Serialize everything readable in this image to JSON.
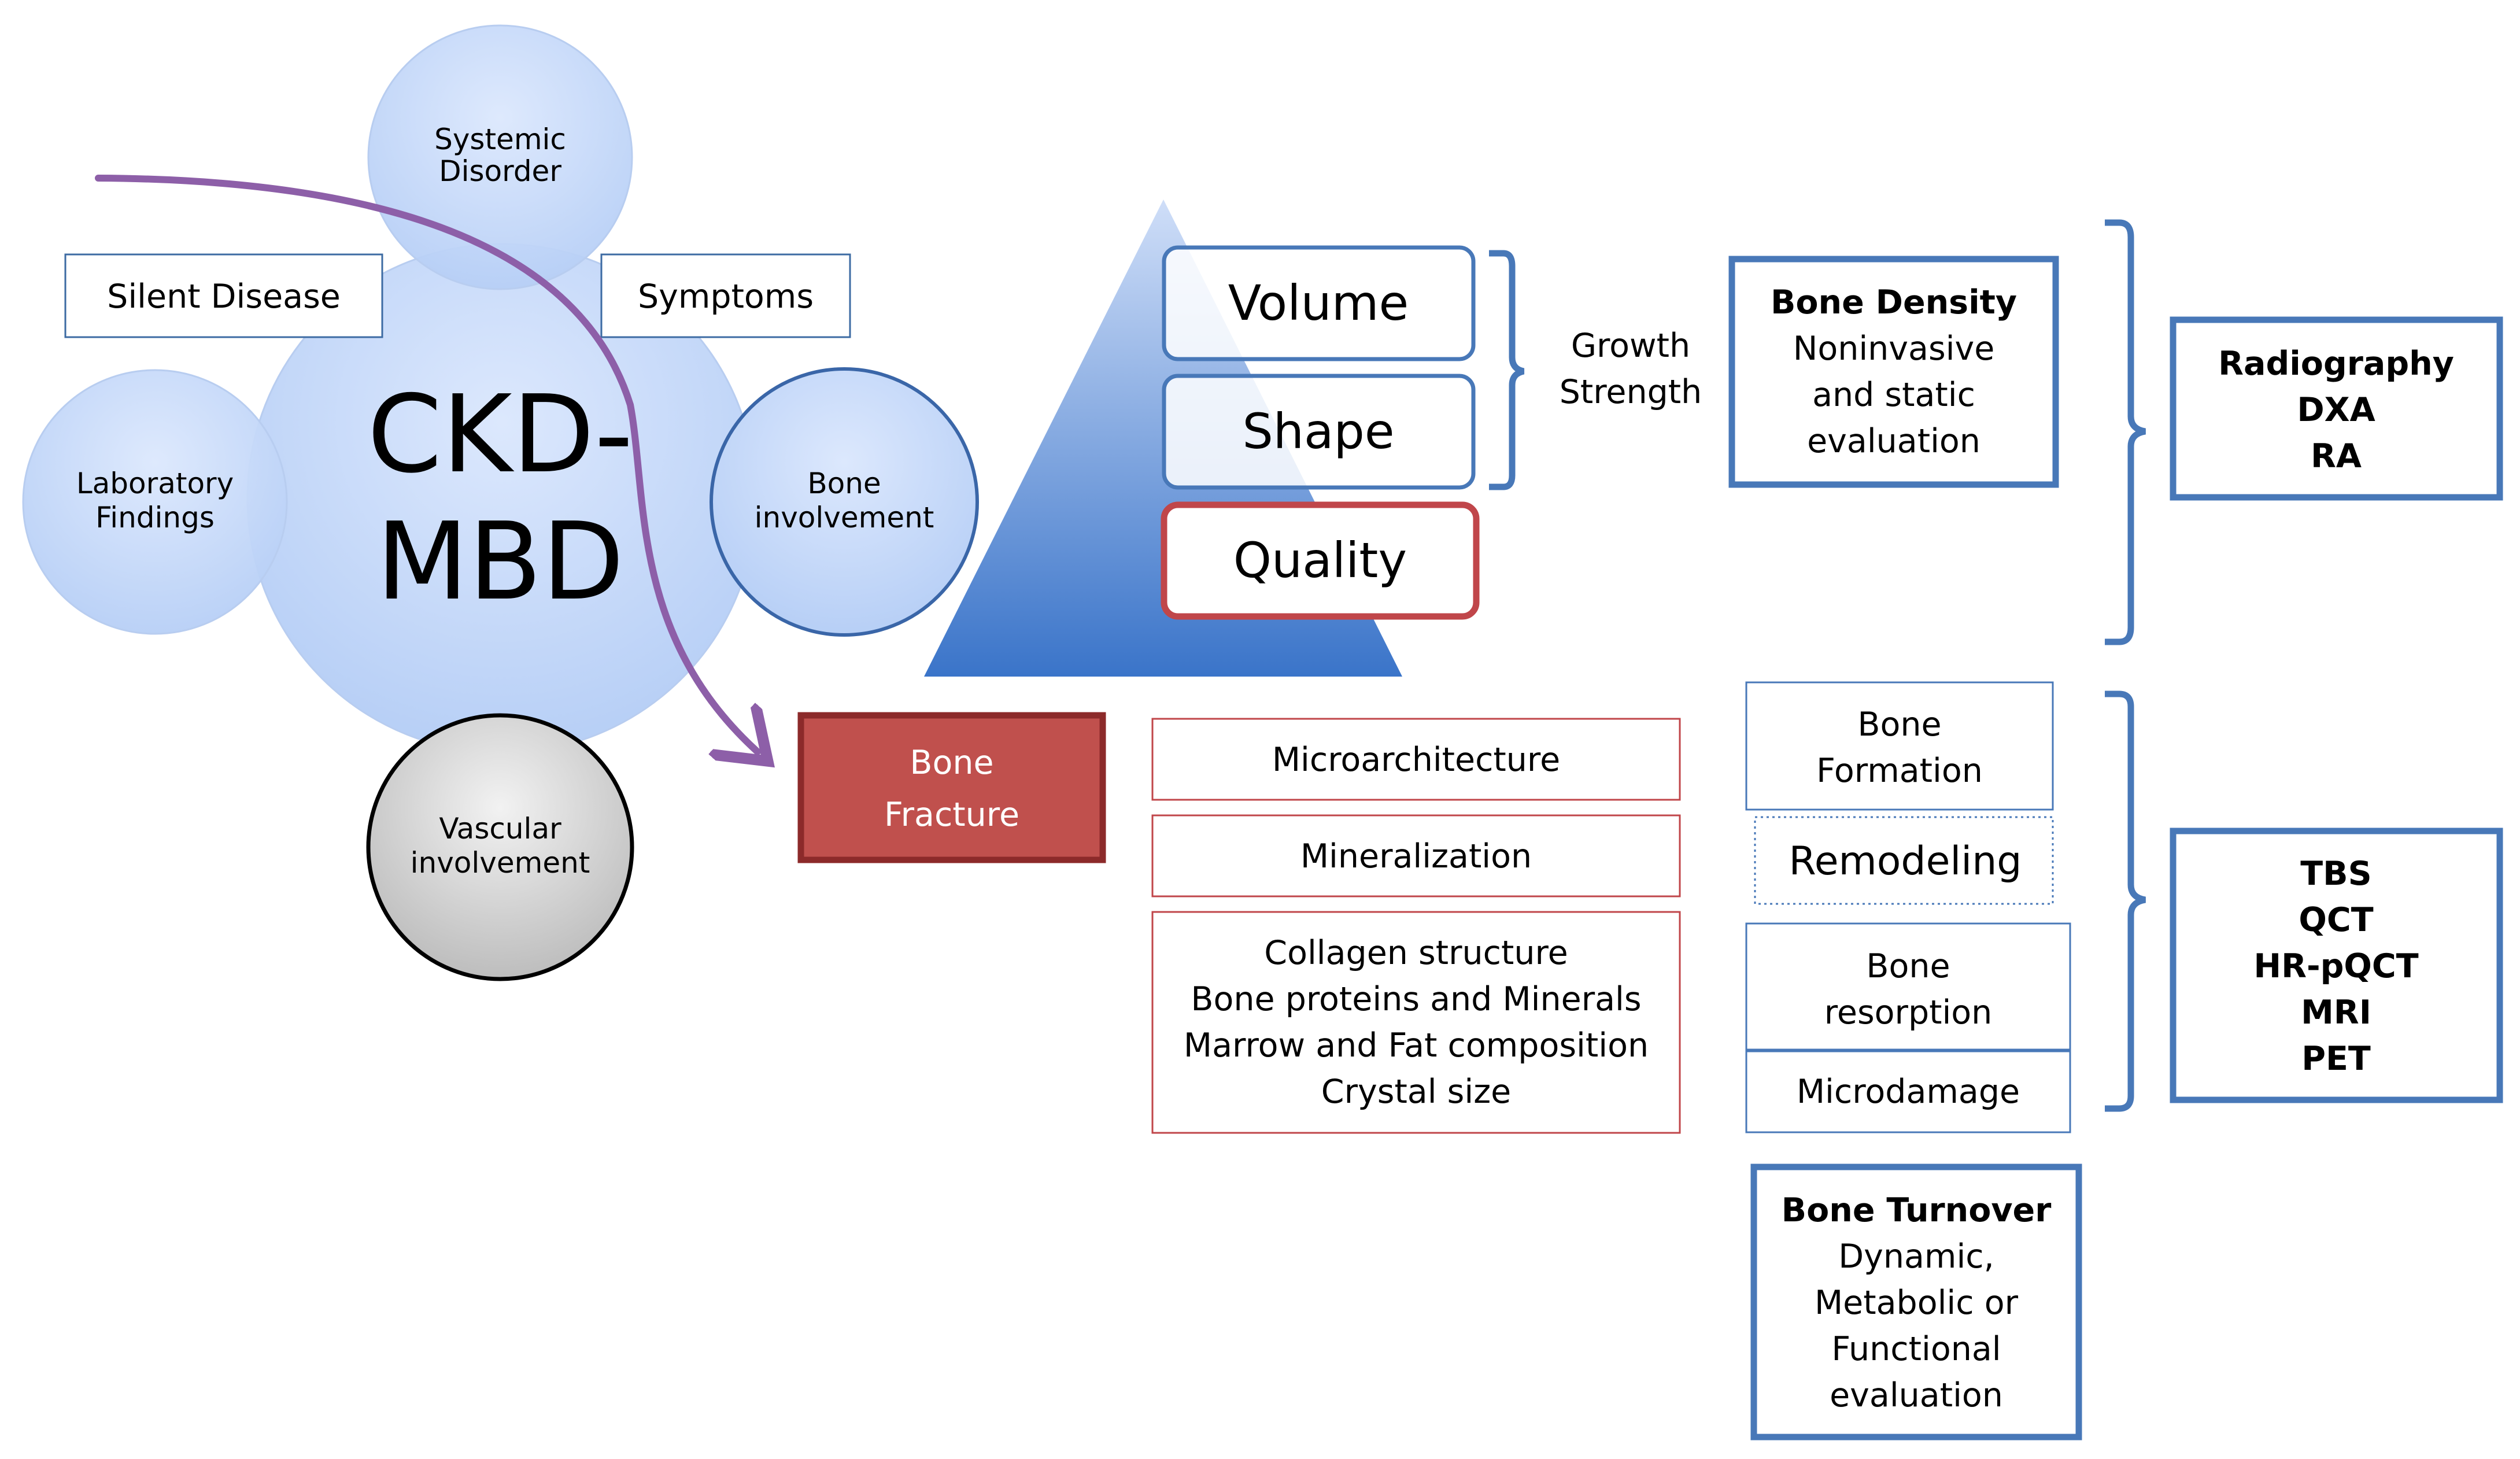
{
  "colors": {
    "circle_blue": "#c7dafb",
    "circle_stroke": "#a8c3ee",
    "circle_accent_stroke": "#3a66a8",
    "vascular_gray": "#d2d2d2",
    "arrow_purple": "#8d5fa8",
    "pyramid_top": "#c4d6f6",
    "pyramid_bottom": "#3a74c9",
    "box_blue": "#4878b8",
    "box_red": "#c0464a",
    "fracture_fill": "#c0504d",
    "fracture_stroke": "#8c2a2a",
    "label_box_stroke": "#3d6ba3"
  },
  "circles": {
    "systemic": [
      "Systemic",
      "Disorder"
    ],
    "laboratory": [
      "Laboratory",
      "Findings"
    ],
    "bone_involvement": [
      "Bone",
      "involvement"
    ],
    "vascular": [
      "Vascular",
      "involvement"
    ],
    "center": [
      "CKD-",
      "MBD"
    ]
  },
  "labels": {
    "silent_disease": "Silent Disease",
    "symptoms": "Symptoms"
  },
  "pyramid": {
    "volume": "Volume",
    "shape": "Shape",
    "quality": "Quality"
  },
  "growth": [
    "Growth",
    "Strength"
  ],
  "bone_density": {
    "title": "Bone Density",
    "lines": [
      "Noninvasive",
      "and static",
      "evaluation"
    ]
  },
  "imaging_top": [
    "Radiography",
    "DXA",
    "RA"
  ],
  "bone_fracture": [
    "Bone",
    "Fracture"
  ],
  "quality_items": {
    "microarchitecture": "Microarchitecture",
    "mineralization": "Mineralization",
    "composition": [
      "Collagen structure",
      "Bone proteins and Minerals",
      "Marrow and Fat composition",
      "Crystal size"
    ]
  },
  "turnover_items": {
    "bone_formation": [
      "Bone",
      "Formation"
    ],
    "remodeling": "Remodeling",
    "bone_resorption": [
      "Bone",
      "resorption"
    ],
    "microdamage": "Microdamage"
  },
  "imaging_bottom": [
    "TBS",
    "QCT",
    "HR-pQCT",
    "MRI",
    "PET"
  ],
  "bone_turnover": {
    "title": "Bone Turnover",
    "lines": [
      "Dynamic,",
      "Metabolic or",
      "Functional",
      "evaluation"
    ]
  }
}
